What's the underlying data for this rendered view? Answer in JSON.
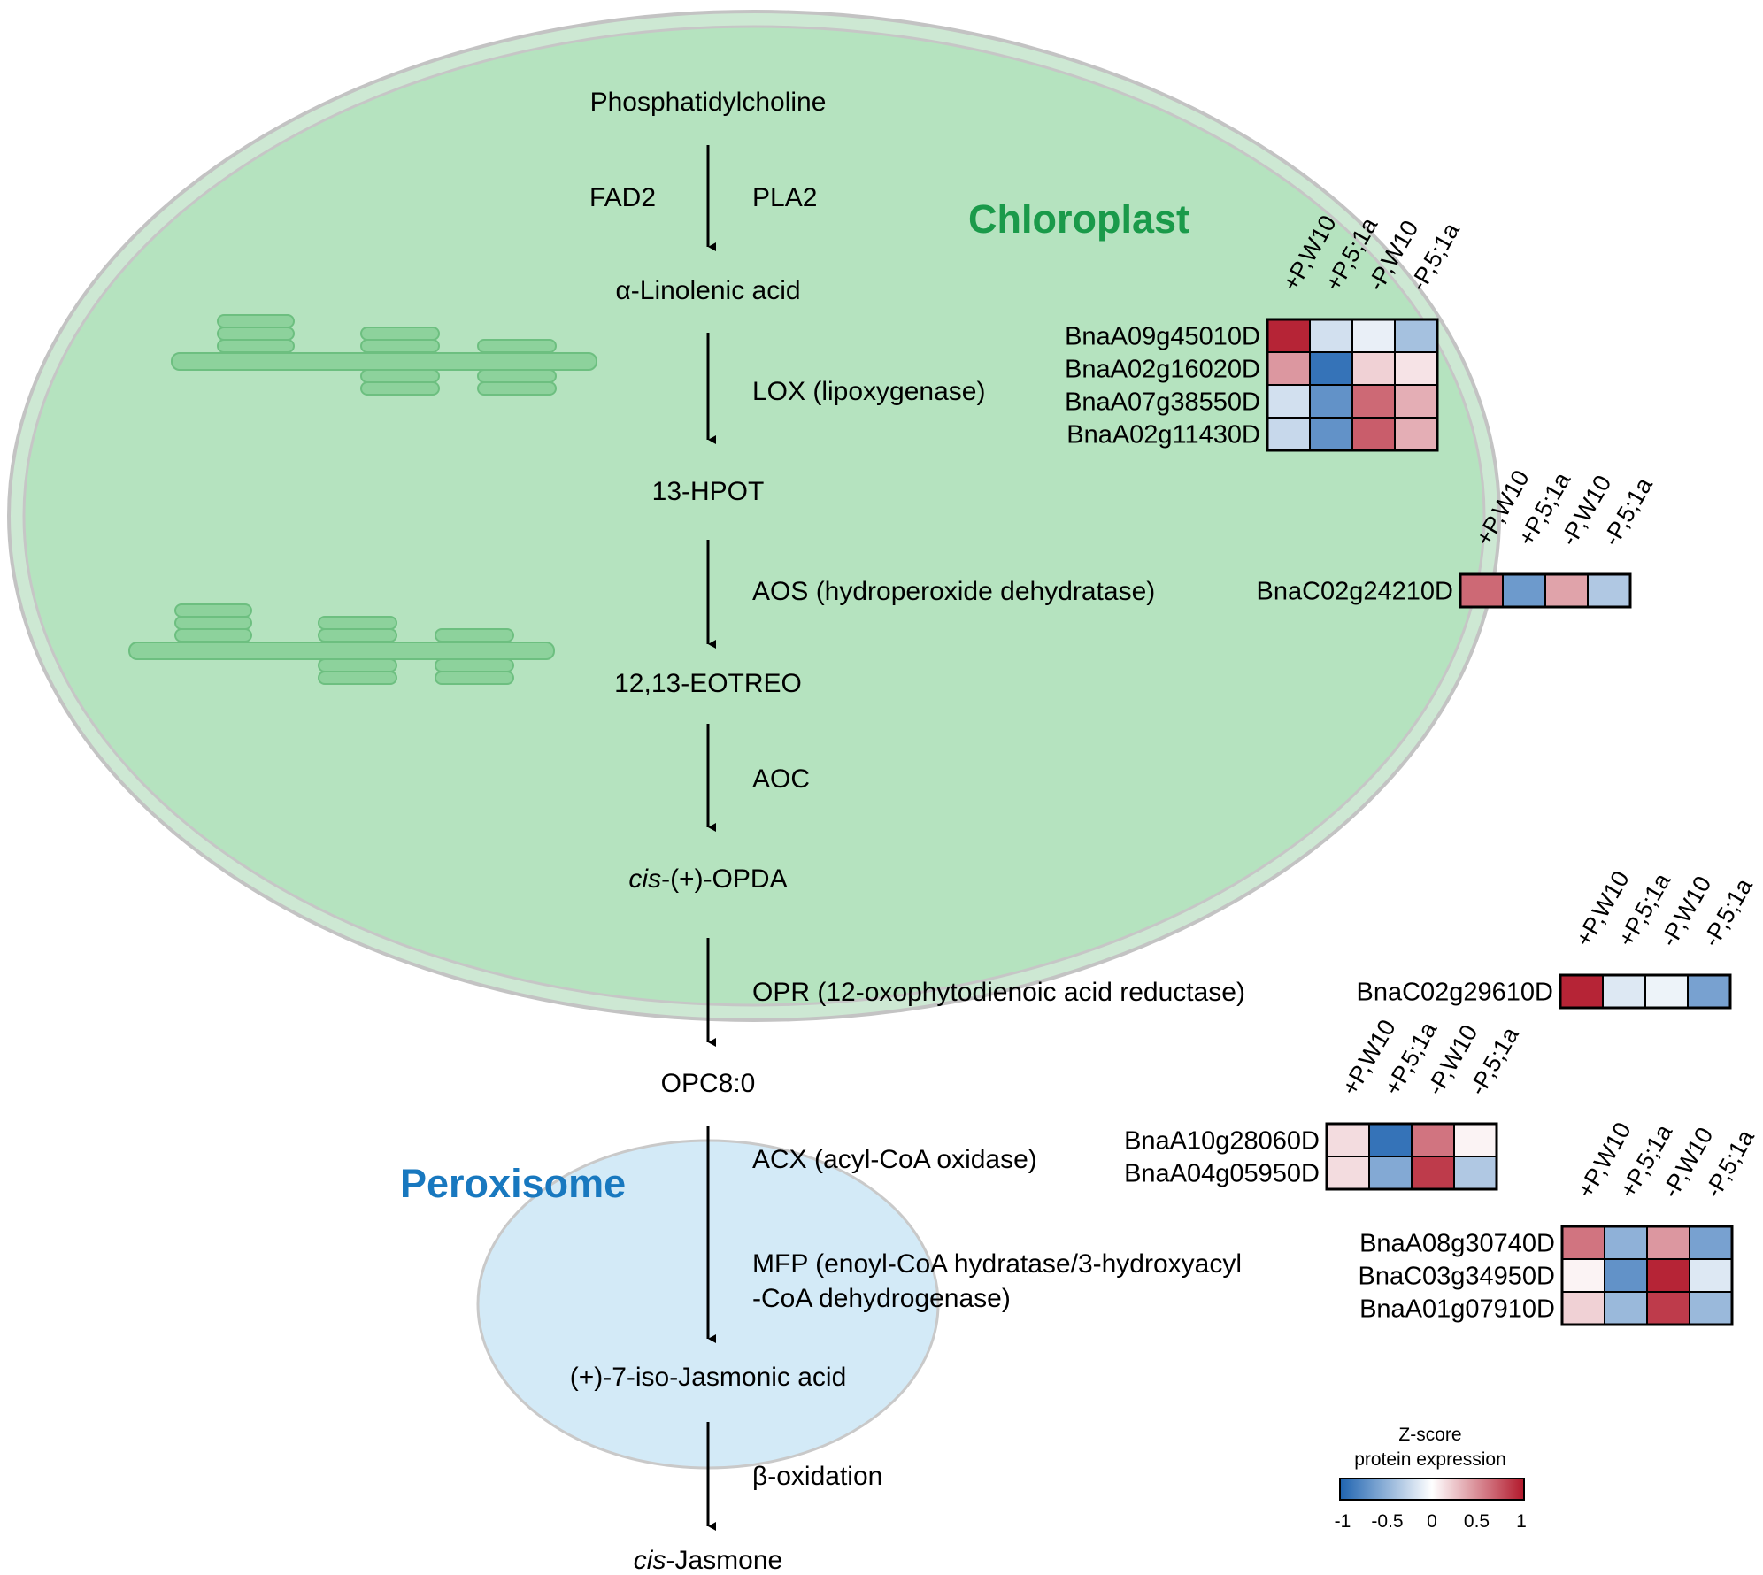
{
  "compartments": {
    "chloroplast": "Chloroplast",
    "peroxisome": "Peroxisome",
    "chloroplast_color": "#1a9a4a",
    "peroxisome_color": "#1878bf"
  },
  "metabolites": [
    {
      "id": "m1",
      "text": "Phosphatidylcholine"
    },
    {
      "id": "m2",
      "text": "α-Linolenic acid"
    },
    {
      "id": "m3",
      "text": "13-HPOT"
    },
    {
      "id": "m4",
      "text": "12,13-EOTREO"
    },
    {
      "id": "m5",
      "prefix": "cis",
      "text": "-(+)-OPDA"
    },
    {
      "id": "m6",
      "text": "OPC8:0"
    },
    {
      "id": "m7",
      "text": "(+)-7-iso-Jasmonic acid"
    },
    {
      "id": "m8",
      "prefix": "cis",
      "text": "-Jasmone"
    }
  ],
  "enzymes": {
    "fad2": "FAD2",
    "pla2": "PLA2",
    "lox": "LOX (lipoxygenase)",
    "aos": "AOS (hydroperoxide dehydratase)",
    "aoc": "AOC",
    "opr": "OPR (12-oxophytodienoic acid reductase)",
    "acx": "ACX (acyl-CoA oxidase)",
    "mfp_line1": "MFP (enoyl-CoA hydratase/3-hydroxyacyl",
    "mfp_line2": "-CoA dehydrogenase)",
    "beta": "β-oxidation"
  },
  "conditions": [
    "+P,W10",
    "+P,5;1a",
    "-P,W10",
    "-P,5;1a"
  ],
  "heatmaps": [
    {
      "id": "lox",
      "genes": [
        "BnaA09g45010D",
        "BnaA02g16020D",
        "BnaA07g38550D",
        "BnaA02g11430D"
      ],
      "values": [
        [
          0.95,
          -0.2,
          -0.1,
          -0.4
        ],
        [
          0.45,
          -0.9,
          0.2,
          0.12
        ],
        [
          -0.2,
          -0.7,
          0.65,
          0.35
        ],
        [
          -0.25,
          -0.7,
          0.7,
          0.35
        ]
      ]
    },
    {
      "id": "aos",
      "genes": [
        "BnaC02g24210D"
      ],
      "values": [
        [
          0.65,
          -0.65,
          0.4,
          -0.35
        ]
      ]
    },
    {
      "id": "opr",
      "genes": [
        "BnaC02g29610D"
      ],
      "values": [
        [
          0.95,
          -0.15,
          -0.08,
          -0.6
        ]
      ]
    },
    {
      "id": "acx",
      "genes": [
        "BnaA10g28060D",
        "BnaA04g05950D"
      ],
      "values": [
        [
          0.15,
          -0.9,
          0.6,
          0.05
        ],
        [
          0.15,
          -0.55,
          0.85,
          -0.35
        ]
      ]
    },
    {
      "id": "mfp",
      "genes": [
        "BnaA08g30740D",
        "BnaC03g34950D",
        "BnaA01g07910D"
      ],
      "values": [
        [
          0.6,
          -0.5,
          0.45,
          -0.6
        ],
        [
          0.05,
          -0.7,
          0.95,
          -0.15
        ],
        [
          0.2,
          -0.45,
          0.85,
          -0.45
        ]
      ]
    }
  ],
  "colorbar": {
    "title_line1": "Z-score",
    "title_line2": "protein expression",
    "ticks": [
      "-1",
      "-0.5",
      "0",
      "0.5",
      "1"
    ],
    "colors": [
      "#1e63b0",
      "#ffffff",
      "#b2182b"
    ]
  }
}
